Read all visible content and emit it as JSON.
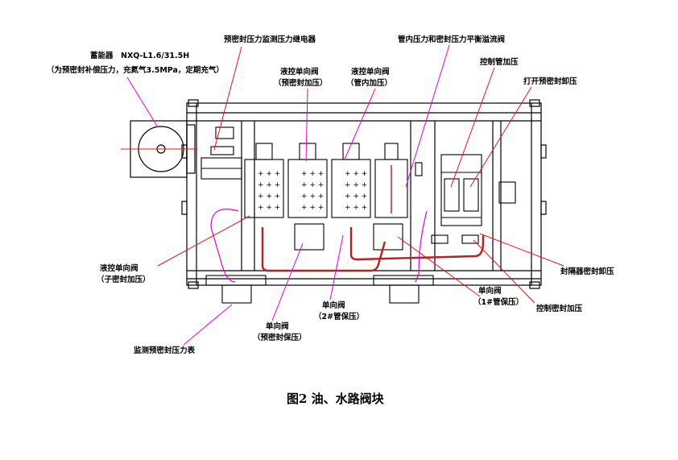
{
  "figure": {
    "caption": "图2  油、水路阀块",
    "colors": {
      "line": "#000000",
      "red_leader": "#e8141e",
      "magenta_leader": "#e000e0",
      "pipe": "#b22222"
    },
    "labels": {
      "accumulator_title": "蓄能器",
      "accumulator_model": "NXQ-L1.6/31.5H",
      "accumulator_note": "（为预密封补偿压力，充氮气3.5MPa，定期充气）",
      "pressure_relay": "预密封压力监测压力继电器",
      "balance_valve": "管内压力和密封压力平衡溢流阀",
      "ctrl_valve_a_1": "液控单向阀",
      "ctrl_valve_a_2": "（预密封加压）",
      "ctrl_valve_b_1": "液控单向阀",
      "ctrl_valve_b_2": "（管内加压）",
      "ctrl_pipe_pressure": "控制管加压",
      "open_seal_release": "打开预密封卸压",
      "ctrl_valve_c_1": "液控单向阀",
      "ctrl_valve_c_2": "（子密封加压）",
      "seal_release": "封隔器密封卸压",
      "ctrl_seal_pressure": "控制密封加压",
      "check_valve_1a": "单向阀",
      "check_valve_1b": "（1#管保压）",
      "check_valve_2a": "单向阀",
      "check_valve_2b": "（2#管保压）",
      "check_valve_3a": "单向阀",
      "check_valve_3b": "（预密封保压）",
      "monitor_gauge": "监测预密封压力表"
    }
  }
}
